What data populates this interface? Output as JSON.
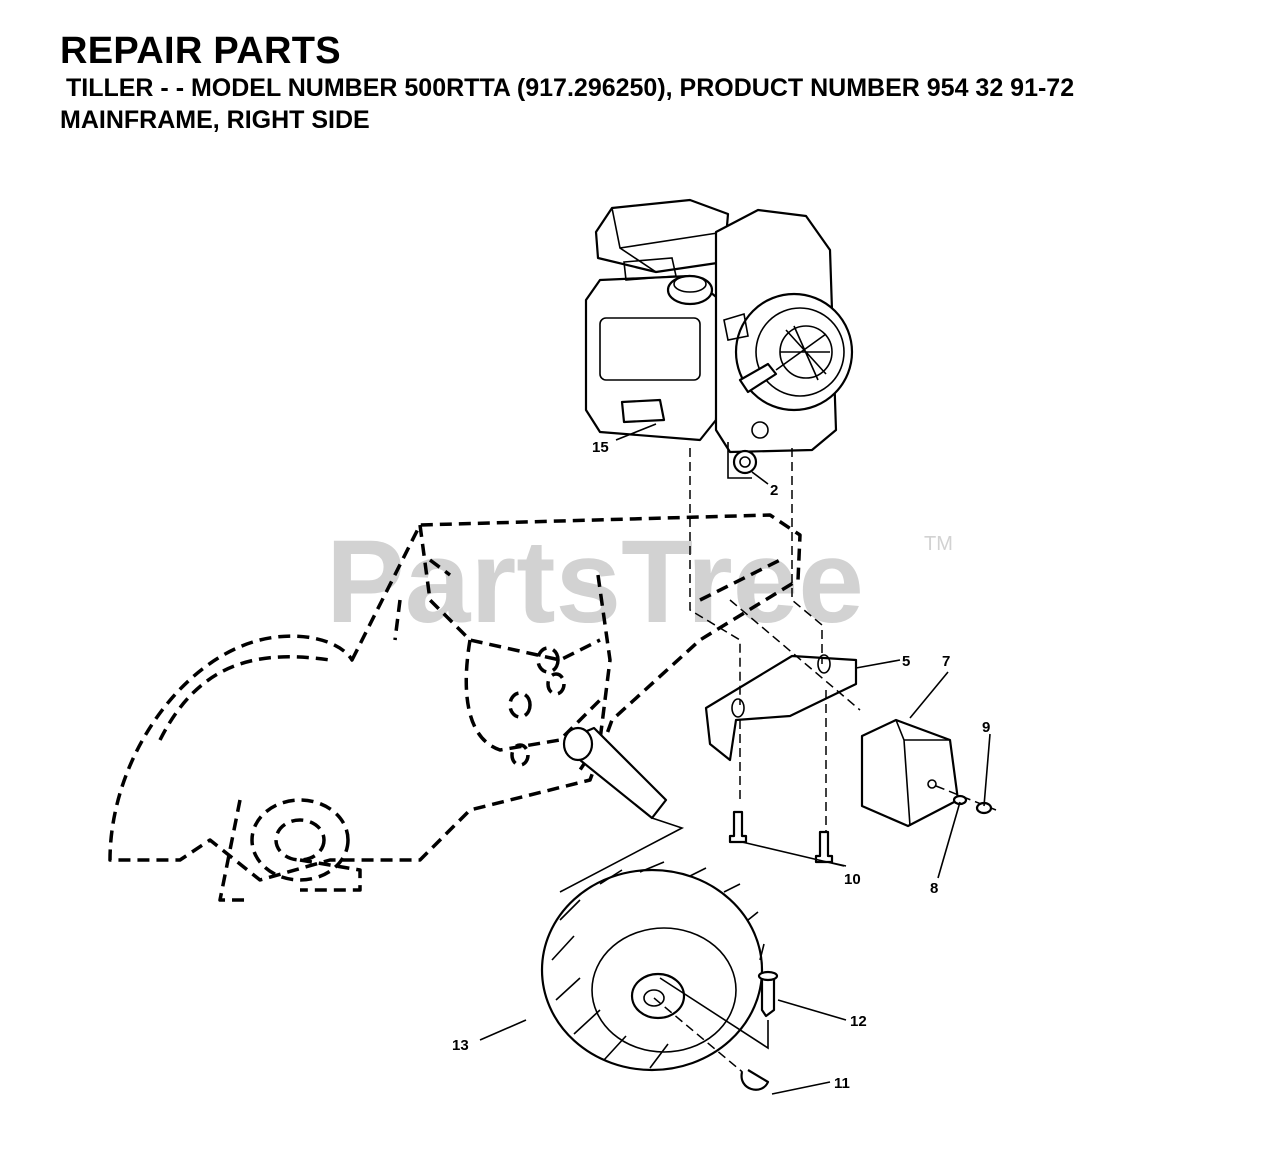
{
  "header": {
    "title": "REPAIR PARTS",
    "subtitle": "TILLER - - MODEL NUMBER 500RTTA (917.296250), PRODUCT NUMBER 954 32 91-72",
    "section": "MAINFRAME, RIGHT SIDE"
  },
  "watermark": {
    "text": "PartsTree",
    "tm": "TM",
    "color": "#d2d2d2"
  },
  "callouts": {
    "c15": "15",
    "c2": "2",
    "c5": "5",
    "c7": "7",
    "c9": "9",
    "c8": "8",
    "c10": "10",
    "c13": "13",
    "c12": "12",
    "c11": "11"
  },
  "icons": {
    "engine": "engine-icon",
    "tine-shield": "tine-shield-frame-icon",
    "bracket": "bracket-icon",
    "weight": "weight-block-icon",
    "wheel": "wheel-icon",
    "pin": "clevis-pin-icon",
    "hairpin": "hairpin-clip-icon"
  }
}
